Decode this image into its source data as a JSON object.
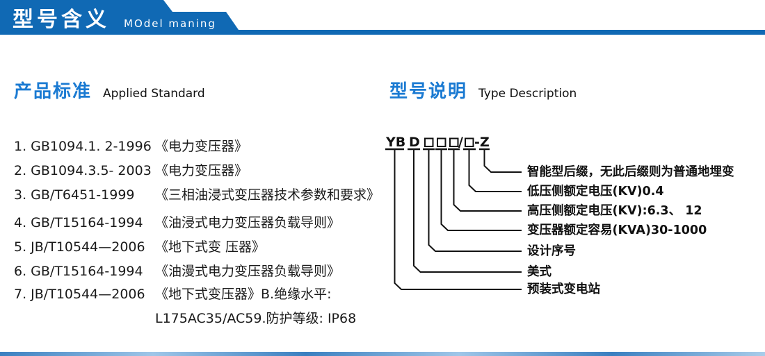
{
  "header": {
    "title": "型号含义",
    "subtitle": "MOdel maning"
  },
  "standards_section": {
    "heading_cn": "产品标准",
    "heading_en": "Applied Standard",
    "items": [
      {
        "code": "1. GB1094.1. 2-1996",
        "title": "《电力变压器》"
      },
      {
        "code": "2. GB1094.3.5- 2003",
        "title": "《电力变压器》"
      },
      {
        "code": "3. GB/T6451-1999",
        "title": "《三相油浸式变压器技术参数和要求》"
      },
      {
        "code": "4. GB/T15164-1994",
        "title": "《油浸式电力变压器负载导则》"
      },
      {
        "code": "5. JB/T10544—2006",
        "title": "《地下式变 压器》"
      },
      {
        "code": "6. GB/T15164-1994",
        "title": "《油漫式电力变压器负载导则》"
      },
      {
        "code": "7. JB/T10544—2006",
        "title": "《地下式变压器》B.绝缘水平:"
      },
      {
        "code": "",
        "title": "L175AC35/AC59.防护等级: IP68"
      }
    ]
  },
  "model_section": {
    "heading_cn": "型号说明",
    "heading_en": "Type Description",
    "code_parts": {
      "yb": "YB",
      "d": "D",
      "slash": "/",
      "dash": "-",
      "z": "Z"
    },
    "labels": [
      "智能型后缀，无此后缀则为普通地埋变",
      "低压侧额定电压(KV)0.4",
      "高压侧额定电压(KV):6.3、 12",
      "变压器额定容易(KVA)30-1000",
      "设计序号",
      "美式",
      "预装式变电站"
    ]
  },
  "colors": {
    "header_blue": "#1069b4",
    "heading_blue": "#1a7ad2",
    "text": "#1c1c1c",
    "line": "#111111"
  }
}
